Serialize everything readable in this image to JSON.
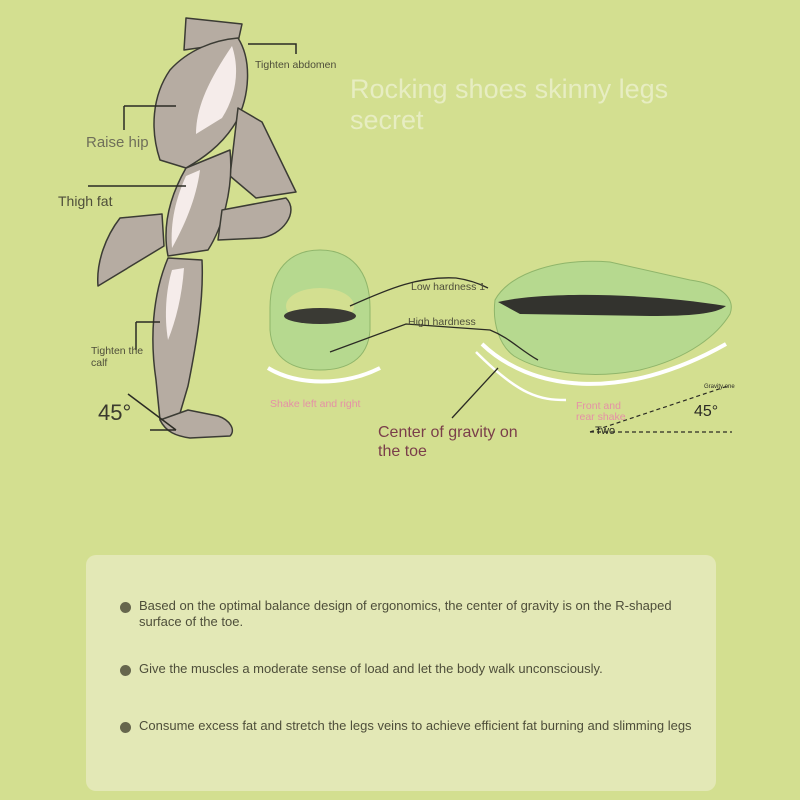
{
  "title": "Rocking shoes skinny legs secret",
  "body_labels": {
    "tighten_abdomen": "Tighten abdomen",
    "raise_hip": "Raise hip",
    "thigh_fat": "Thigh fat",
    "tighten_calf": "Tighten the calf",
    "angle": "45°"
  },
  "shoe_labels": {
    "low_hardness": "Low hardness 1",
    "high_hardness": "High hardness",
    "shake_left_right": "Shake left and right",
    "front_rear_shake": "Front and rear shake",
    "center_of_gravity": "Center of gravity on the toe",
    "gravity_one": "Gravity one",
    "angle": "45°",
    "two": "Two"
  },
  "benefits": [
    "Based on the optimal balance design of ergonomics, the center of gravity is on the R-shaped surface of the toe.",
    "Give the muscles a moderate sense of load and let the body walk unconsciously.",
    "Consume excess fat and stretch the legs veins to achieve efficient fat burning and slimming legs"
  ],
  "colors": {
    "background": "#d3df90",
    "panel": "#e3e8b6",
    "shoe": "#b6d98f",
    "figure_fill": "#b6aca2",
    "highlight_fill": "#f5ecea"
  }
}
